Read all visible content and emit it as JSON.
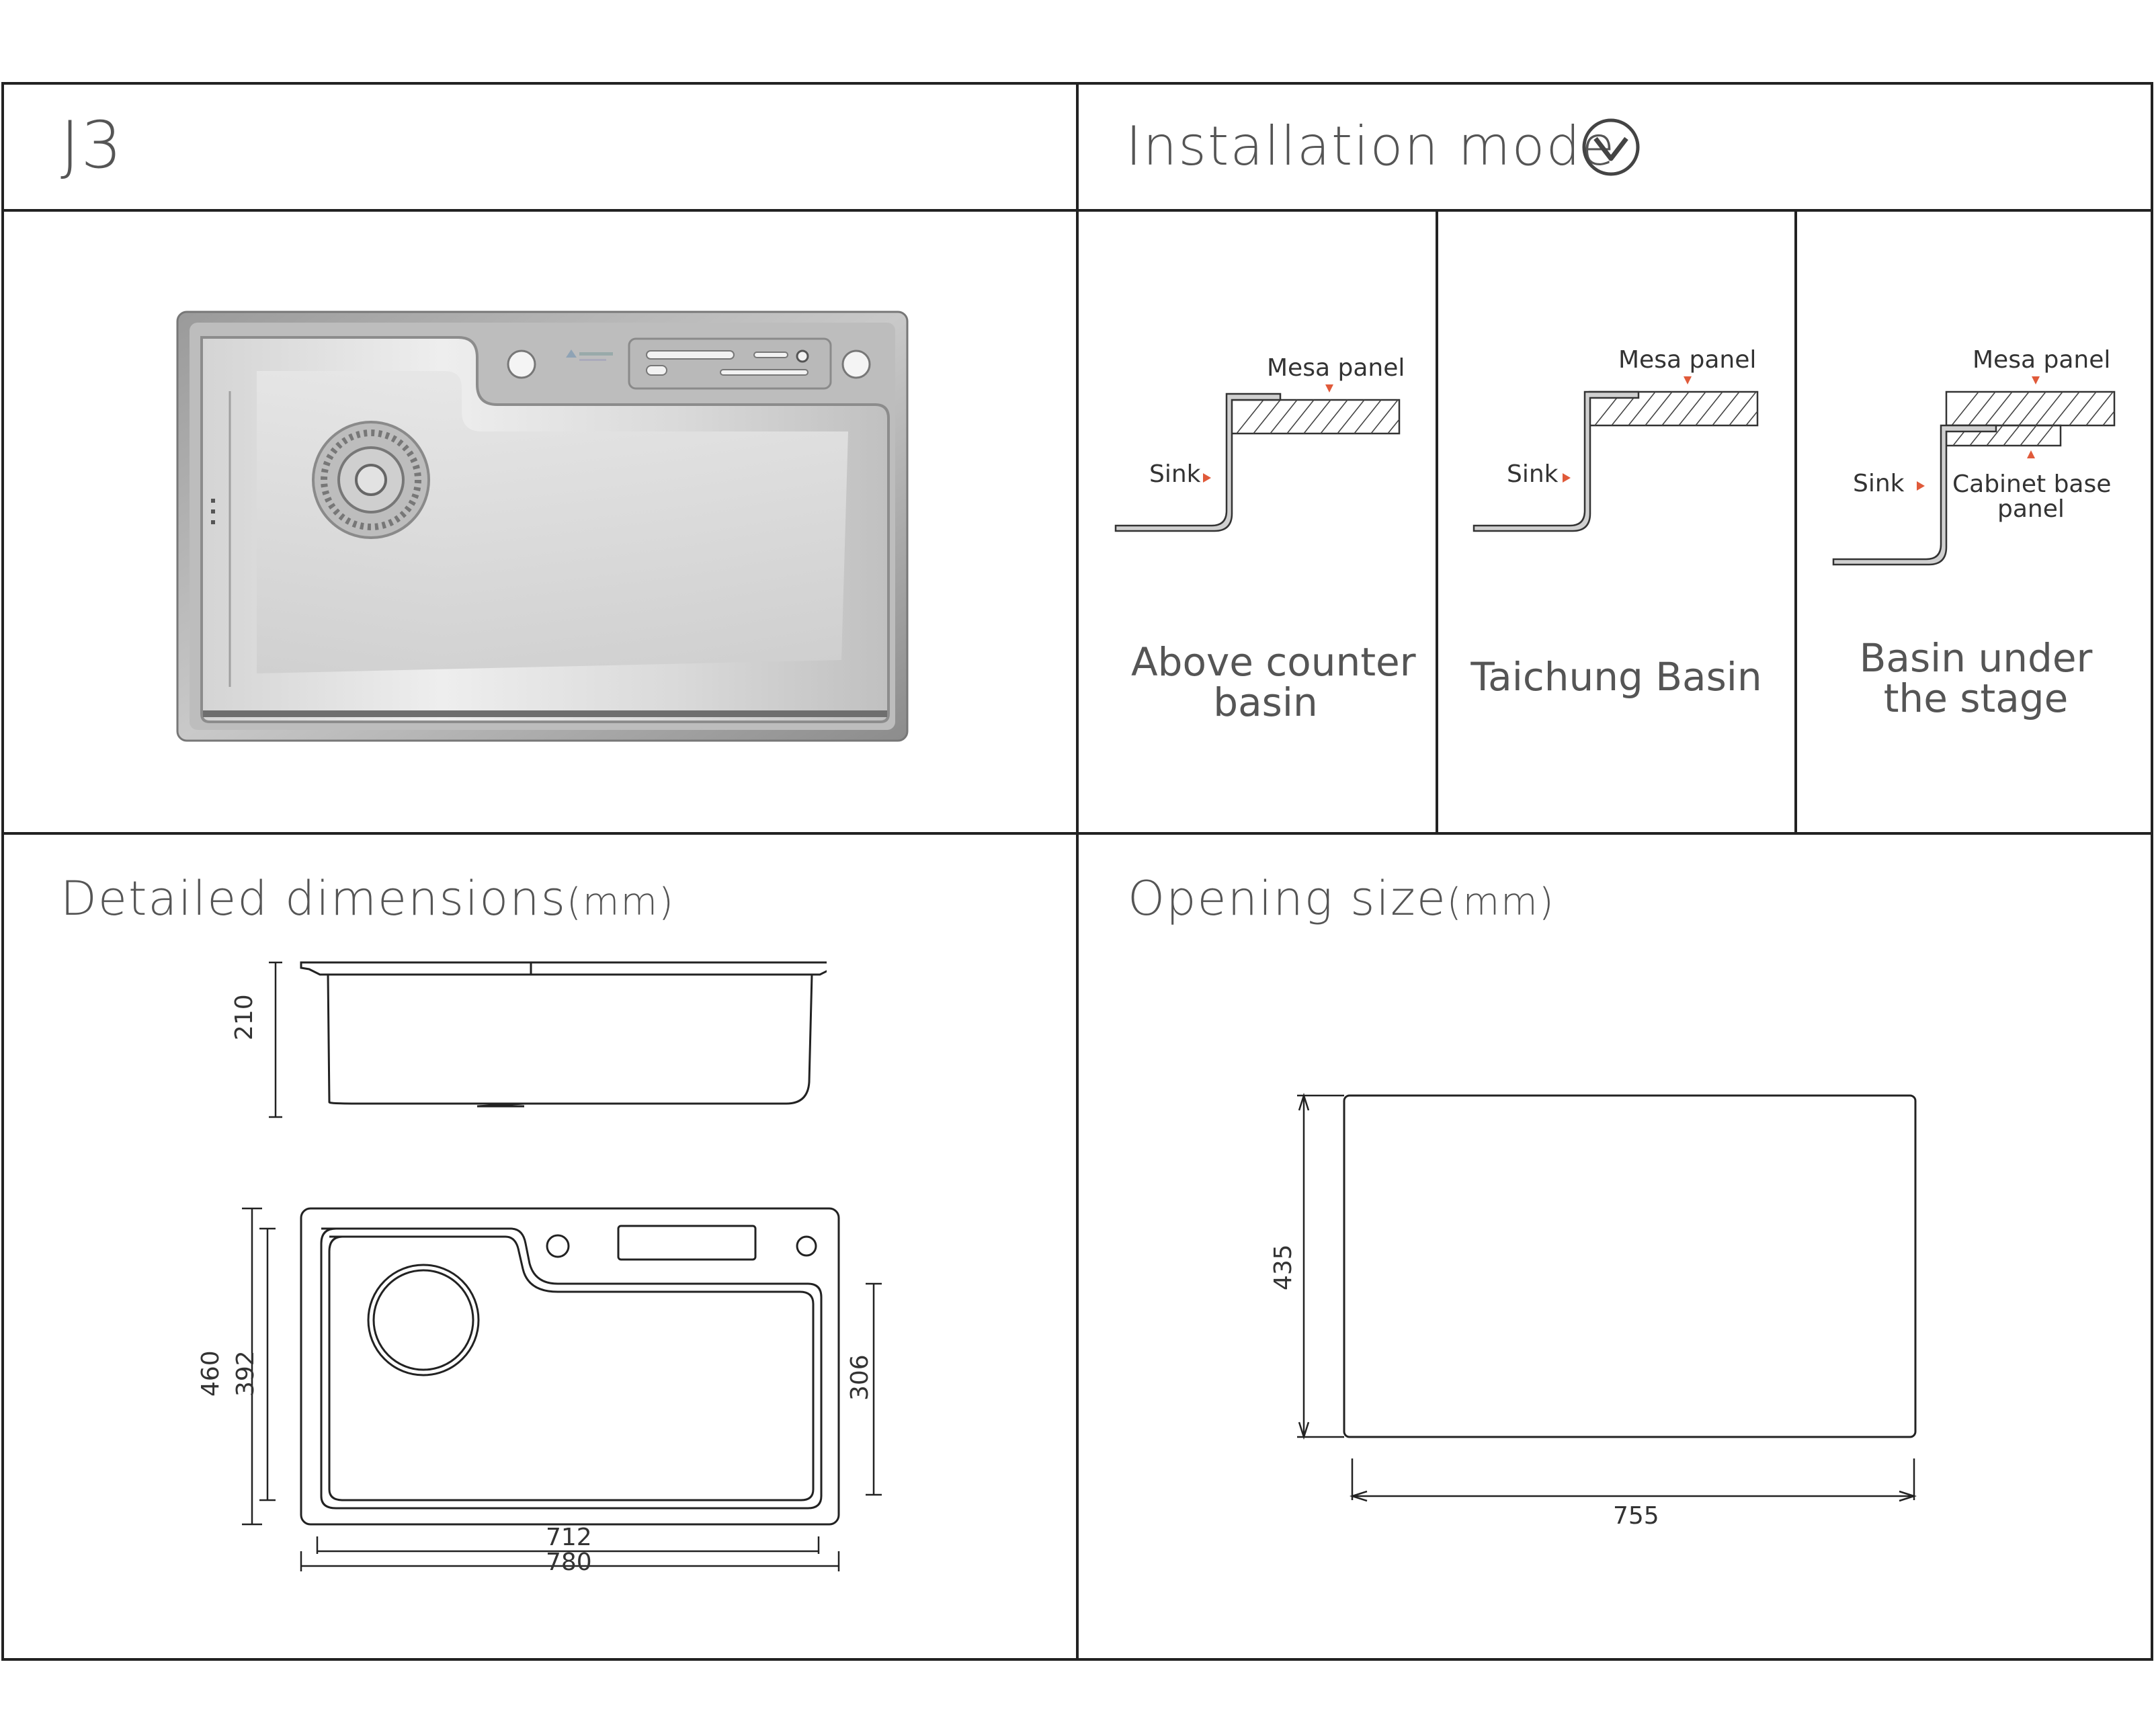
{
  "model": "J3",
  "installation": {
    "title": "Installation mode",
    "modes": [
      {
        "name": "Above counter\nbasin",
        "name_l1": "Above counter",
        "name_l2": "basin",
        "mesa": "Mesa panel",
        "sink": "Sink"
      },
      {
        "name": "Taichung Basin",
        "mesa": "Mesa panel",
        "sink": "Sink"
      },
      {
        "name_l1": "Basin under",
        "name_l2": "the stage",
        "mesa": "Mesa panel",
        "sink": "Sink",
        "cabinet_l1": "Cabinet base",
        "cabinet_l2": "panel"
      }
    ]
  },
  "dimensions": {
    "title": "Detailed dimensions",
    "unit": "(mm)",
    "depth": "210",
    "outer_height": "460",
    "inner_height": "392",
    "right_height": "306",
    "inner_width": "712",
    "outer_width": "780"
  },
  "opening": {
    "title": "Opening size",
    "unit": "(mm)",
    "height": "435",
    "width": "755"
  },
  "colors": {
    "line": "#222222",
    "arrow": "#e05a3a",
    "text": "#555555",
    "steel_light": "#dcdcdc",
    "steel_dark": "#8a8a8a"
  },
  "icons": [
    "chevron-circle-down-icon"
  ]
}
